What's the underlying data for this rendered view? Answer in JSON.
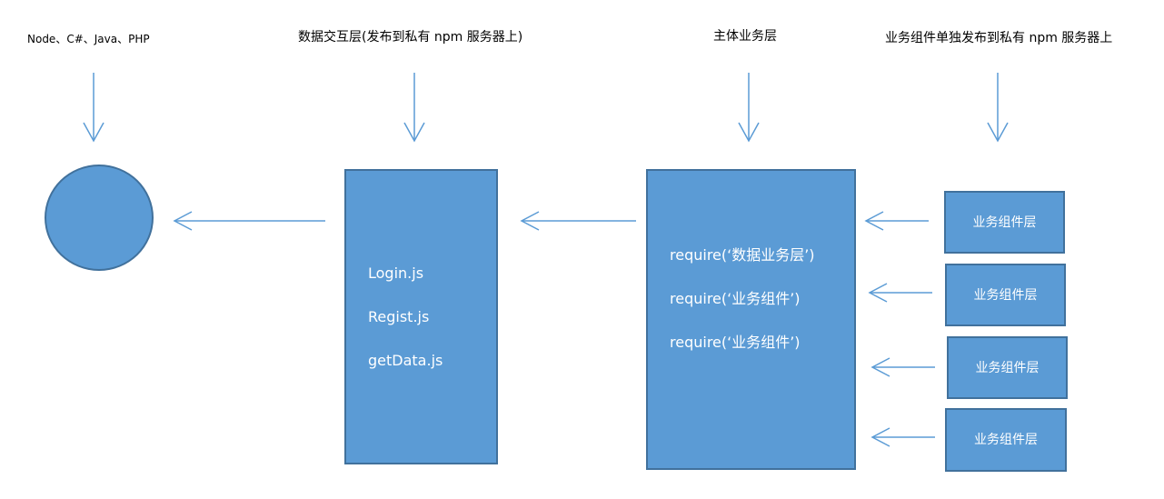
{
  "labels": {
    "backend": "Node、C#、Java、PHP",
    "data_layer": "数据交互层(发布到私有 npm 服务器上)",
    "main_layer": "主体业务层",
    "component_publish": "业务组件单独发布到私有 npm 服务器上"
  },
  "data_box": {
    "files": [
      "Login.js",
      "Regist.js",
      "getData.js"
    ]
  },
  "main_box": {
    "requires": [
      "require(‘数据业务层’)",
      "require(‘业务组件’)",
      "require(‘业务组件’)"
    ]
  },
  "components": [
    "业务组件层",
    "业务组件层",
    "业务组件层",
    "业务组件层"
  ],
  "colors": {
    "fill": "#5b9bd5",
    "stroke": "#41719c",
    "arrow": "#5b9bd5"
  }
}
